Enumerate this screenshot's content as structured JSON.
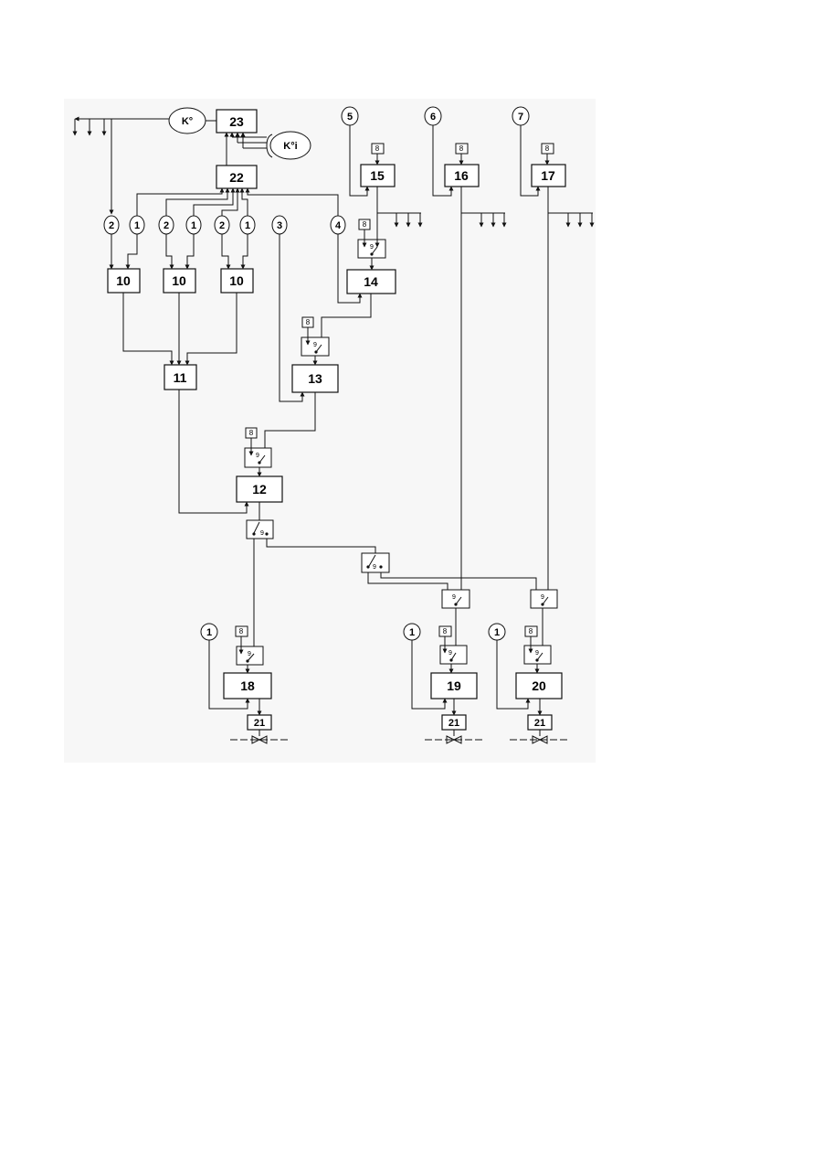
{
  "blocks": {
    "b23": "23",
    "b22": "22",
    "b10a": "10",
    "b10b": "10",
    "b10c": "10",
    "b11": "11",
    "b12": "12",
    "b13": "13",
    "b14": "14",
    "b15": "15",
    "b16": "16",
    "b17": "17",
    "b18": "18",
    "b19": "19",
    "b20": "20",
    "b21a": "21",
    "b21b": "21",
    "b21c": "21"
  },
  "refs": {
    "k0": "K°",
    "k0i": "K°i",
    "in_2a": "2",
    "in_1a": "1",
    "in_2b": "2",
    "in_1b": "1",
    "in_2c": "2",
    "in_1c": "1",
    "in_3": "3",
    "in_4": "4",
    "in_5": "5",
    "in_6": "6",
    "in_7": "7",
    "in_1_18": "1",
    "in_1_19": "1",
    "in_1_20": "1"
  },
  "small_blocks": {
    "setpoint": "8",
    "switch": "9"
  },
  "colors": {
    "line": "#111111",
    "background": "#ffffff"
  }
}
